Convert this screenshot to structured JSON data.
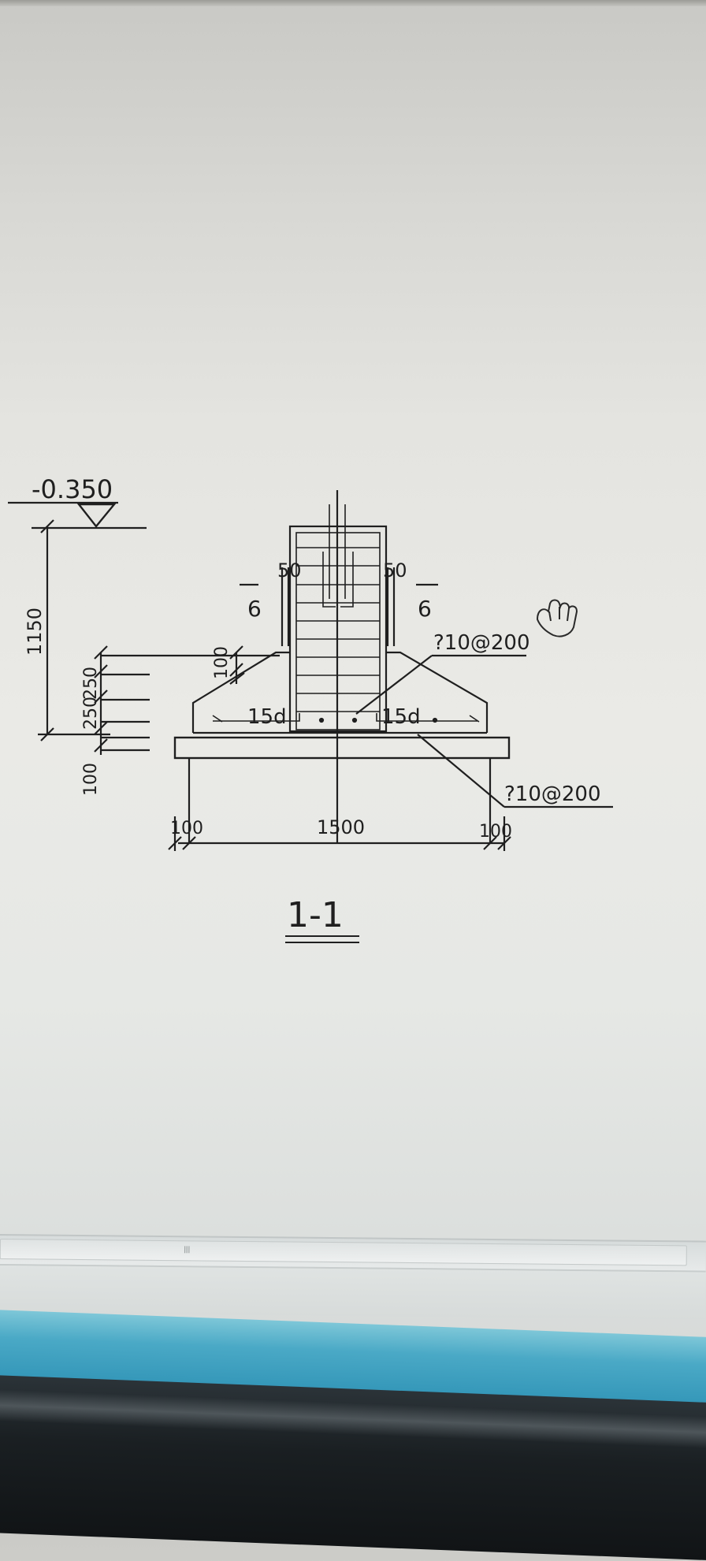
{
  "drawing": {
    "elevation": "-0.350",
    "dimension_1150": "1150",
    "dimension_250_top": "250",
    "dimension_250_bottom": "250",
    "dimension_100_left": "100",
    "dimension_100_vertical": "100",
    "dimension_50_left": "50",
    "dimension_50_right": "50",
    "section_mark_left": "6",
    "section_mark_right": "6",
    "anchor_left": "15d",
    "anchor_right": "15d",
    "rebar_callout_top": "?10@200",
    "rebar_callout_bottom": "?10@200",
    "dimension_1500": "1500",
    "dimension_100_bottom_left": "100",
    "dimension_100_bottom_right": "100",
    "section_title": "1-1"
  },
  "scrollbar": {
    "grip": "III"
  },
  "colors": {
    "line": "#1f1f1f",
    "taskbar": "#3f9fc0",
    "bezel": "#1a1f22"
  }
}
